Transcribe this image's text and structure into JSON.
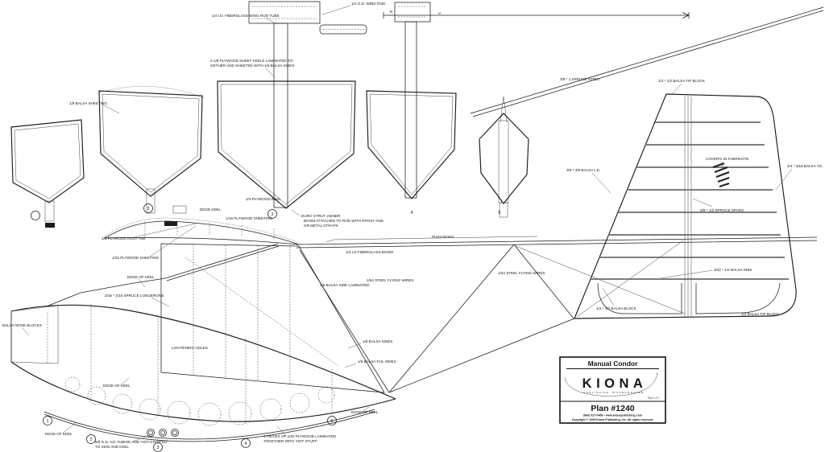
{
  "title_block": {
    "model": "Manual Condor",
    "brand": "KIONA",
    "brand_subtitle": "PUBLISHING INCORPORATED",
    "page": "Page 1 of 1",
    "plan_number": "Plan #1240",
    "contact": "(866) 627-0456 • www.kionapublishing.com",
    "copyright": "Copyright © 2005 Kiona Publishing, Inc. All rights reserved."
  },
  "part_numbers": [
    "1",
    "2",
    "3",
    "4",
    "5"
  ],
  "callouts": {
    "wing_rod": "1/4 O.D. WING ROD",
    "wing_rod_tube": "1/4 I.D. FIBERGLASS WING ROD TUBE",
    "keels_note_1": "2-1/8 PLYWOOD SHEET KEELS LAMINATED TO-",
    "keels_note_2": "GETHER AND SHEETED WITH 1/8 BALSA SIDES",
    "balsa_sheeting": "1/8 BALSA SHEETING",
    "n_mark": "N",
    "v_mark": "V",
    "spruce_strut": "3/8 * 1 SPRUCE STRUT",
    "tip_block_top": "1/2 * 1/2 BALSA TIP BLOCK",
    "balsa_le": "3/8 * 3/8 BALSA L.E.",
    "covering": "COVER'D IN FABRIKOTE",
    "balsa_te": "3/4 * 3/16 BALSA T.E.",
    "spruce_spars": "3/8 * 1/2 SPRUCE SPARS",
    "balsa_ribs": "3/32 * 1/2 BALSA RIBS",
    "balsa_block": "1/2 * 1/2 BALSA BLOCK",
    "tip_block_bottom": "1/2 BALSA TIP BLOCK",
    "flying_wires": "1/64 STEEL FLYING WIRES",
    "boom_note_1": "BOOM ATTACHED TO ROD WITH EPOXY AND",
    "boom_note_2": "OR METAL STRAPS",
    "push_rods": "PUSH RODS",
    "fiberglass_boom": "1/4 I.D FIBERGLASS BOOM",
    "balsa_side_laminated": "1/8 BALSA SIDE LAMINATED",
    "plywood_keel": "1/4 PLYWOOD KEEL",
    "edge_keel": "EDGE KEEL",
    "plywood_sheeting_16": "1/16 PLYWOOD SHEETING",
    "duro_strut_joiner": "DURO STRUT JOINER",
    "plywood_root_rib": "1/8 PLYWOOD ROOT RIB",
    "plywood_sheeting_32": "1/32 PLYWOOD SHEETING",
    "edge_of_keel": "EDGE OF KEEL",
    "spruce_longerons": "3/16 * 3/16 SPRUCE LONGERONS",
    "balsa_nose_blocks": "BALSA NOSE BLOCKS",
    "lightening_holes": "LIGHTENING HOLES",
    "balsa_sides": "1/8 BALSA SIDES",
    "balsa_tail_sides": "1/8 BALSA TAIL SIDES",
    "tubing_note_1": "5/8 O.D. A/C TUBING AND 'HOT-STUFFED'",
    "tubing_note_2": "TO SKID AND KEEL",
    "plywood_lam_note_1": "4 PIECES OF 1/32 PLYWOOD LAMINATED",
    "plywood_lam_note_2": "TOGETHER WITH 'HOT STUFF'"
  }
}
